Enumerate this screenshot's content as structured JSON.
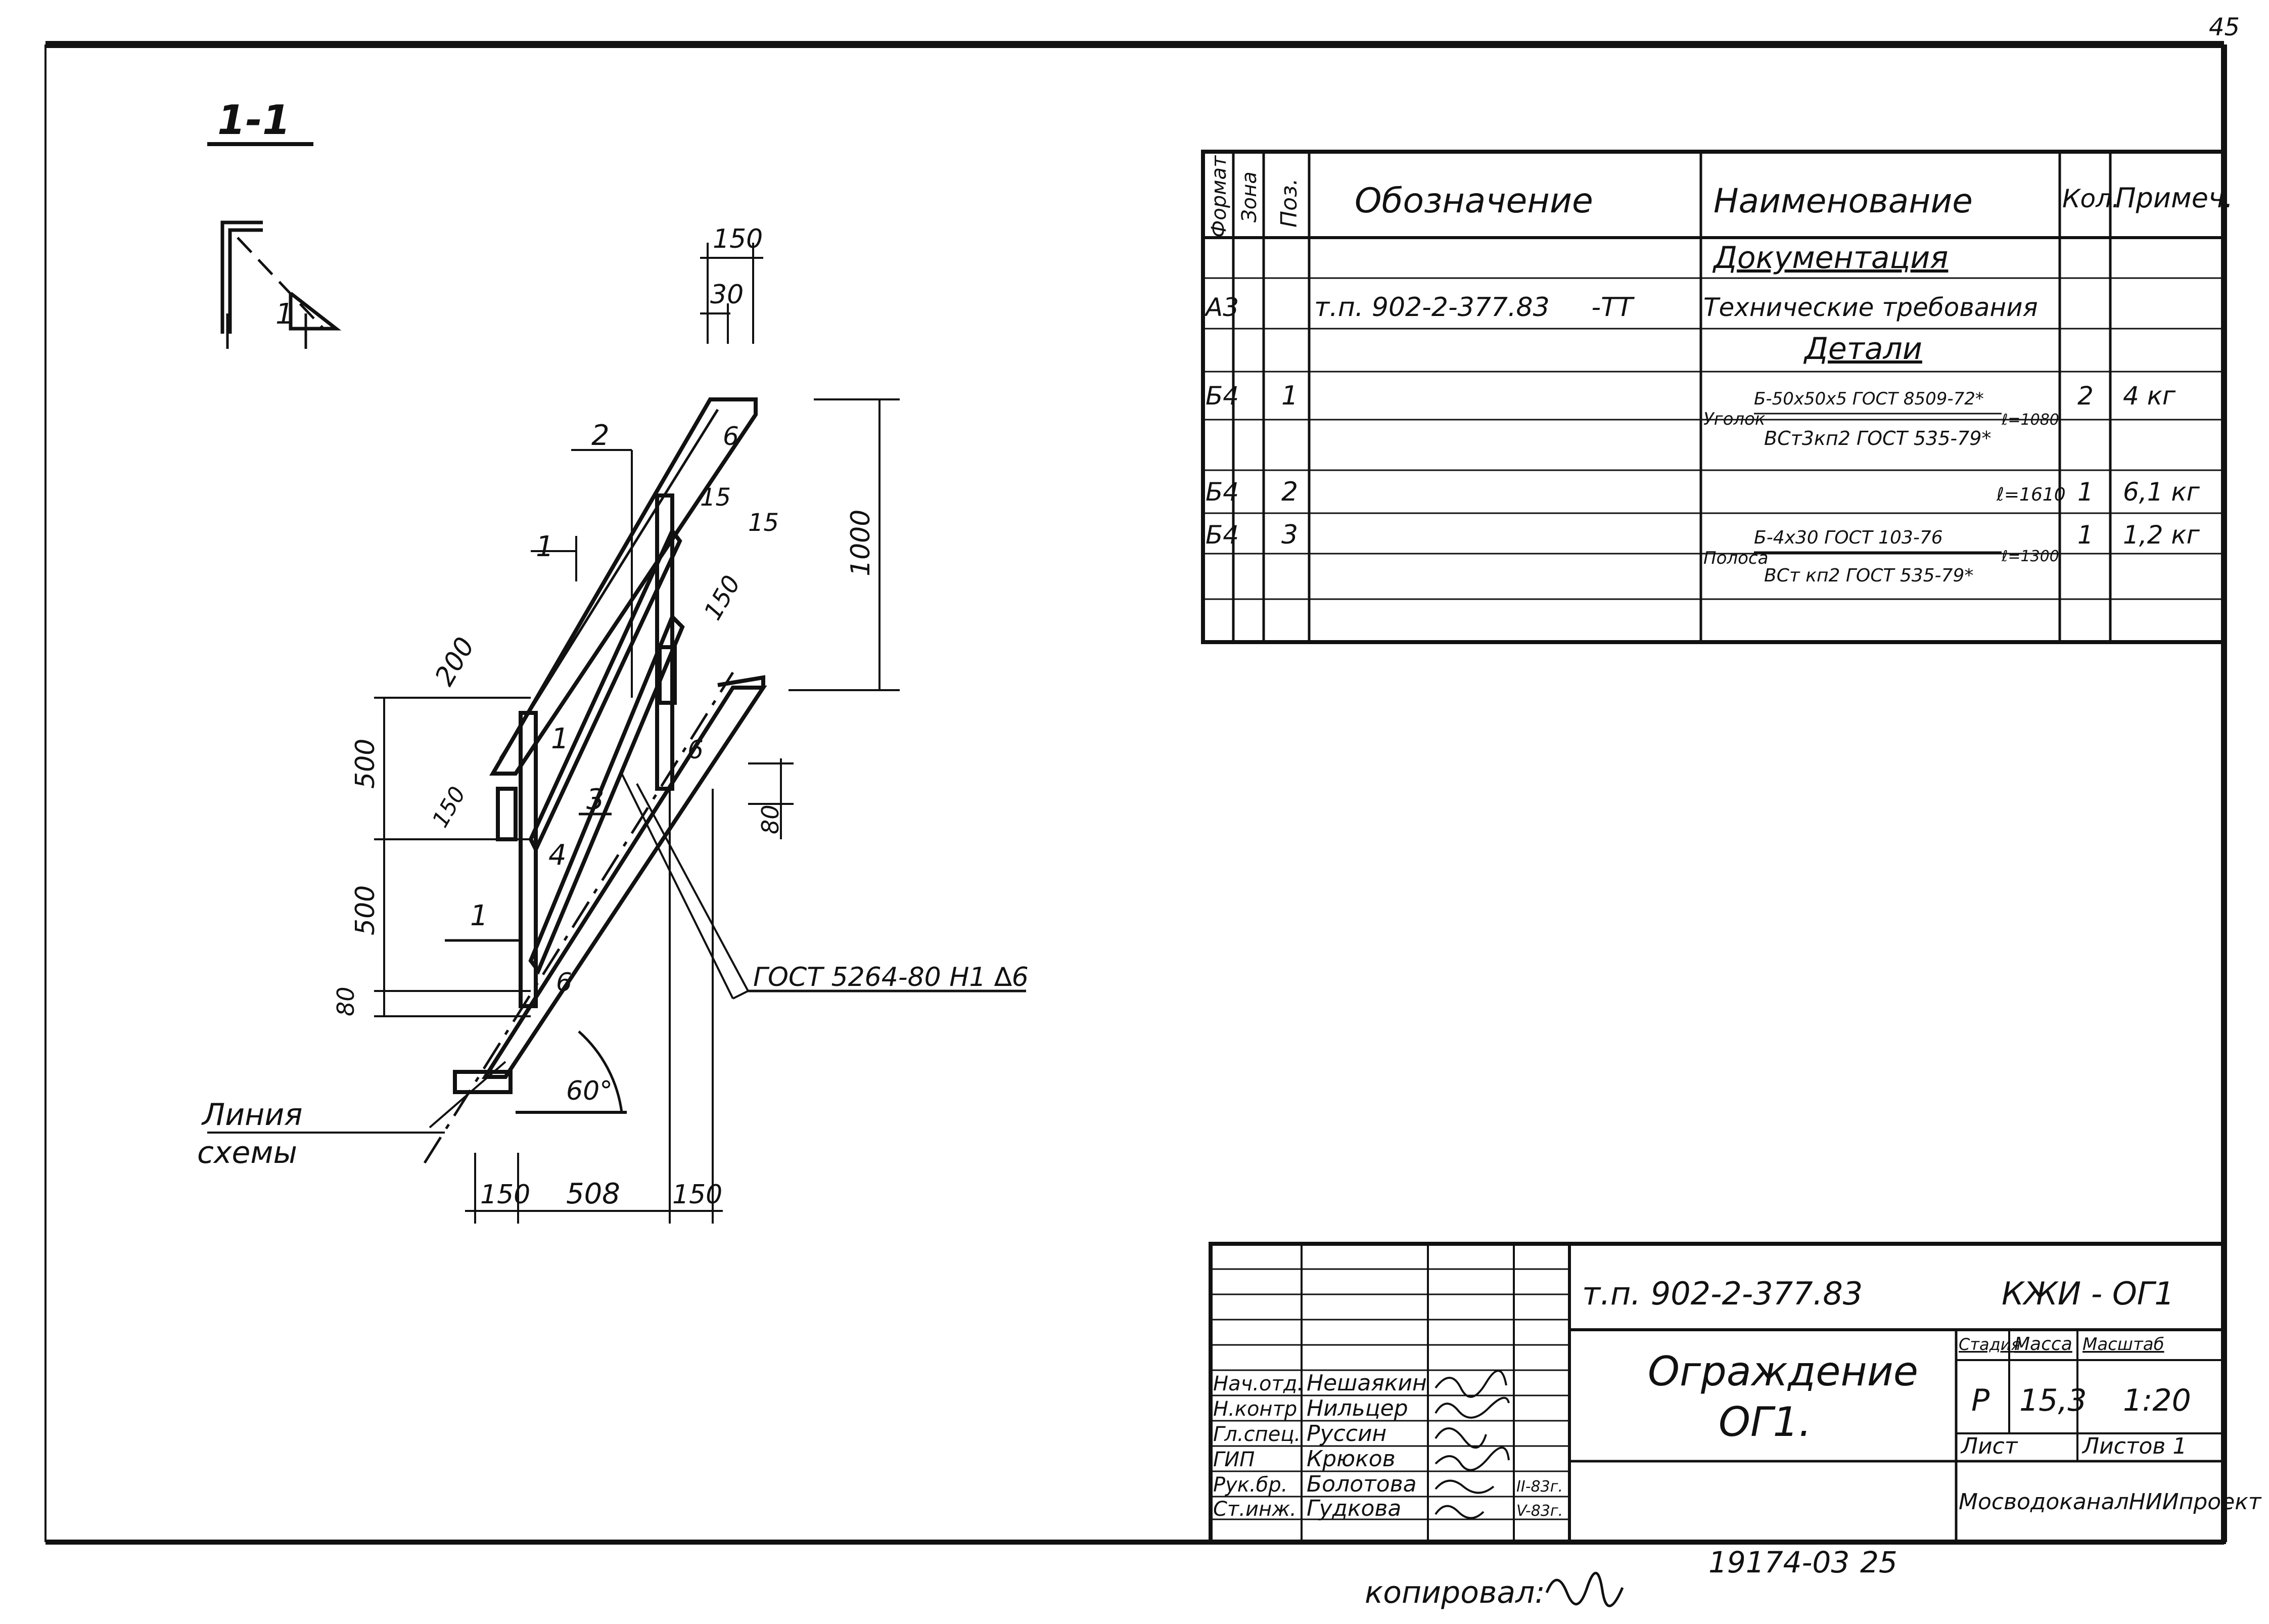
{
  "page_number": "45",
  "section": {
    "label": "1-1"
  },
  "dims": {
    "d150_top": "150",
    "d30": "30",
    "d1000": "1000",
    "d15_a": "15",
    "d15_b": "15",
    "d150_diag": "150",
    "d200": "200",
    "d500_a": "500",
    "d500_b": "500",
    "d150_small": "150",
    "d80_a": "80",
    "d80_b": "80",
    "bottom_left": "150",
    "bottom_mid": "508",
    "bottom_right": "150",
    "angle": "60°"
  },
  "marks": {
    "p2": "2",
    "p1_upper": "1",
    "p3": "3",
    "p1_lower": "1",
    "p4": "4",
    "w6_top": "6",
    "w6_mid": "6",
    "w6_bot": "6",
    "cut": "1",
    "tri": "1"
  },
  "weld_note": "ГОСТ 5264-80 Н1 ∆6",
  "scheme_line": [
    "Линия",
    "схемы"
  ],
  "spec": {
    "headers": {
      "format": "Формат",
      "zone": "Зона",
      "pos": "Поз.",
      "designation": "Обозначение",
      "name": "Наименование",
      "qty": "Кол.",
      "note": "Примеч."
    },
    "section_docs": "Документация",
    "section_parts": "Детали",
    "rows": [
      {
        "format": "А3",
        "pos": "",
        "designation": "т.п. 902-2-377.83     -ТТ",
        "name": "Технические требования",
        "qty": "",
        "note": ""
      },
      {
        "format": "Б4",
        "pos": "1",
        "designation": "",
        "name_prefix": "Уголок",
        "name_top": "Б-50х50х5 ГОСТ 8509-72*",
        "name_bottom": "ВСт3кп2 ГОСТ 535-79*",
        "length": "ℓ=1080",
        "qty": "2",
        "note": "4 кг"
      },
      {
        "format": "Б4",
        "pos": "2",
        "designation": "",
        "length": "ℓ=1610",
        "qty": "1",
        "note": "6,1 кг"
      },
      {
        "format": "Б4",
        "pos": "3",
        "designation": "",
        "name_prefix": "Полоса",
        "name_top": "Б-4х30 ГОСТ 103-76",
        "name_bottom": "ВСт кп2 ГОСТ 535-79*",
        "length": "ℓ=1300",
        "qty": "1",
        "note": "1,2 кг"
      }
    ]
  },
  "title_block": {
    "project": "т.п. 902-2-377.83",
    "sheet_code": "КЖИ - ОГ1",
    "title_line1": "Ограждение",
    "title_line2": "ОГ1.",
    "stage_label": "Стадия",
    "mass_label": "Масса",
    "scale_label": "Масштаб",
    "stage": "Р",
    "mass": "15,3",
    "scale": "1:20",
    "sheet_label": "Лист",
    "sheets_label": "Листов 1",
    "org": "МосводоканалНИИпроект",
    "signatures": [
      {
        "role": "Нач.отд.",
        "name": "Нешаякин",
        "date": ""
      },
      {
        "role": "Н.контр",
        "name": "Нильцер",
        "date": ""
      },
      {
        "role": "Гл.спец.",
        "name": "Руссин",
        "date": ""
      },
      {
        "role": "ГИП",
        "name": "Крюков",
        "date": ""
      },
      {
        "role": "Рук.бр.",
        "name": "Болотова",
        "date": "II-83г."
      },
      {
        "role": "Ст.инж.",
        "name": "Гудкова",
        "date": "V-83г."
      }
    ]
  },
  "footer": {
    "copied": "копировал:",
    "number": "19174-03",
    "page": "25"
  }
}
